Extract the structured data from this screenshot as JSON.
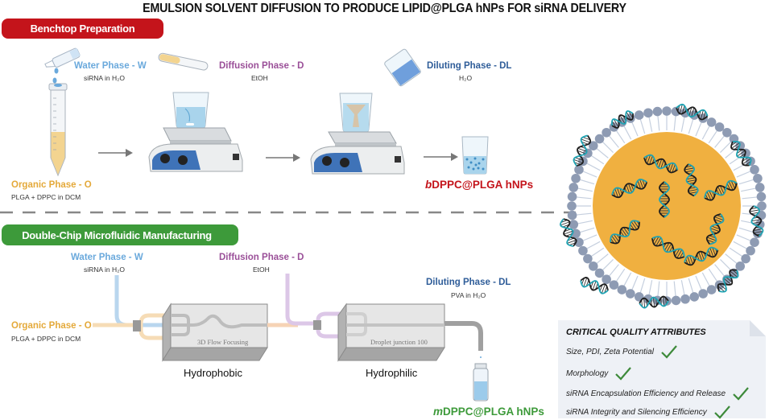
{
  "title": "EMULSION SOLVENT DIFFUSION  TO PRODUCE  LIPID@PLGA hNPs FOR siRNA DELIVERY",
  "benchtop": {
    "badge": "Benchtop Preparation",
    "water_phase": {
      "label": "Water Phase - W",
      "sub": "siRNA in H₂O"
    },
    "organic_phase": {
      "label": "Organic Phase - O",
      "sub": "PLGA + DPPC  in DCM"
    },
    "diffusion_phase": {
      "label": "Diffusion Phase - D",
      "sub": "EtOH"
    },
    "diluting_phase": {
      "label": "Diluting Phase - DL",
      "sub": "H₂O"
    },
    "product_prefix": "b",
    "product": "DPPC@PLGA hNPs"
  },
  "microfluidic": {
    "badge": "Double-Chip Microfluidic Manufacturing",
    "water_phase": {
      "label": "Water Phase - W",
      "sub": "siRNA in H₂O"
    },
    "organic_phase": {
      "label": "Organic Phase - O",
      "sub": "PLGA + DPPC  in DCM"
    },
    "diffusion_phase": {
      "label": "Diffusion Phase - D",
      "sub": "EtOH"
    },
    "diluting_phase": {
      "label": "Diluting Phase - DL",
      "sub": "PVA in H₂O"
    },
    "chip1": {
      "engraving": "3D Flow Focusing",
      "label": "Hydrophobic"
    },
    "chip2": {
      "engraving": "Droplet junction 100",
      "label": "Hydrophilic"
    },
    "product_prefix": "m",
    "product": "DPPC@PLGA hNPs"
  },
  "nanoparticle": {
    "description": "lipid shell PLGA core nanoparticle with encapsulated siRNA",
    "core_color": "#f0b040",
    "lipid_color": "#8e9bb3"
  },
  "cqa": {
    "title": "CRITICAL QUALITY ATTRIBUTES",
    "items": [
      {
        "label": "Size, PDI, Zeta Potential",
        "checked": true
      },
      {
        "label": "Morphology",
        "checked": true
      },
      {
        "label": "siRNA Encapsulation Efficiency and Release",
        "checked": true
      },
      {
        "label": "siRNA Integrity and Silencing Efficiency",
        "checked": true
      }
    ]
  },
  "colors": {
    "benchtop": "#c4141b",
    "microfluidic": "#3d9a3a",
    "water": "#6aa9dc",
    "diffusion": "#9a4f98",
    "diluting": "#2f5d99",
    "organic": "#e4a93a"
  }
}
